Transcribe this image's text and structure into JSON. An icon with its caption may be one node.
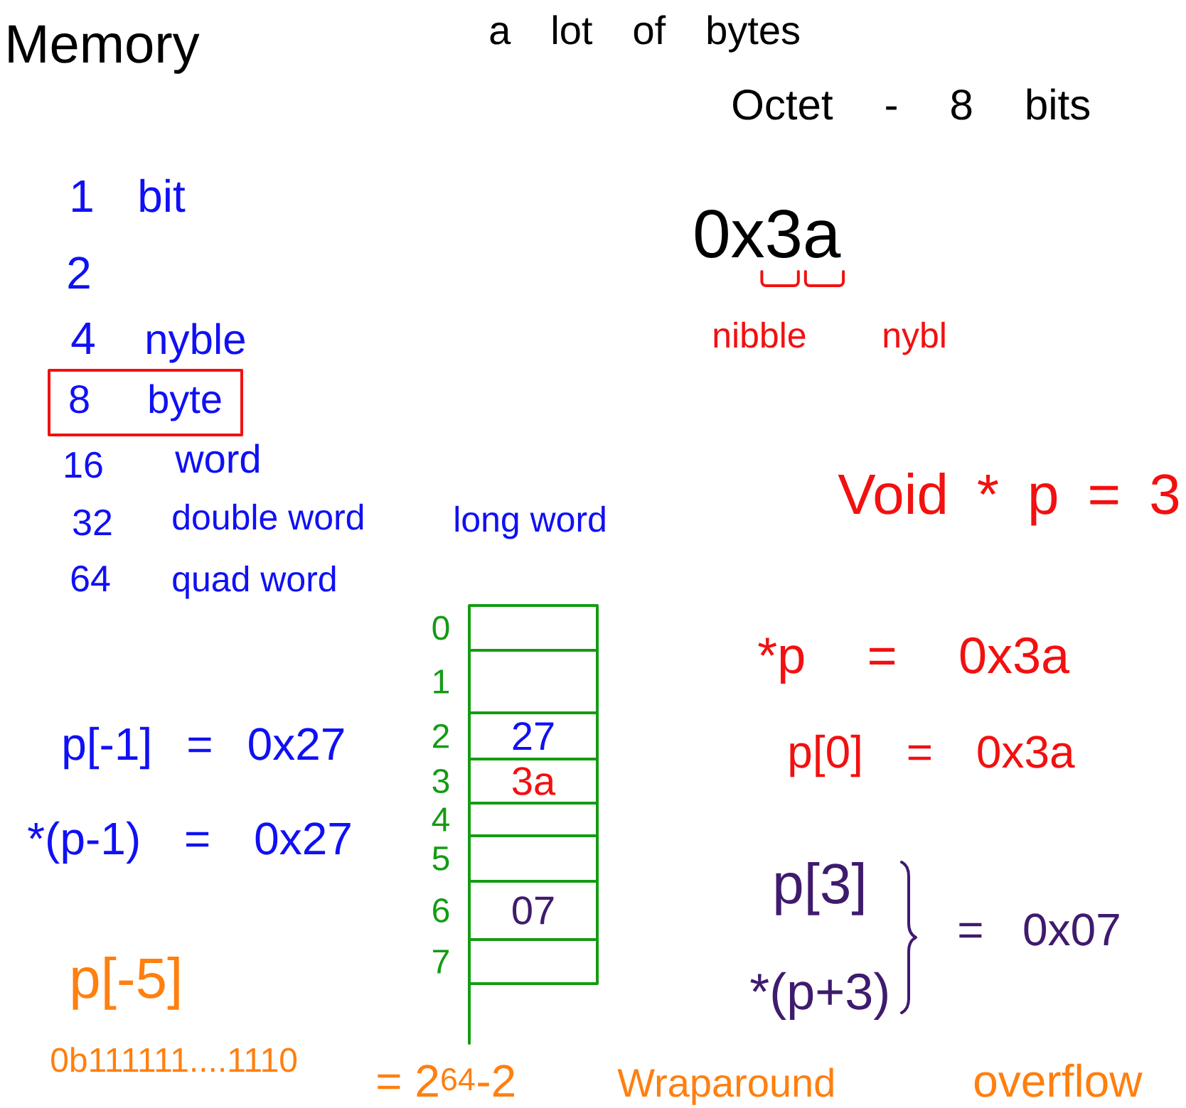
{
  "diagram": {
    "title": "Memory",
    "nodes": [
      {
        "text": [
          "8",
          "byte"
        ]
      },
      {
        "text": [],
        "shape": "box",
        "beside": [
          "0"
        ]
      },
      {
        "text": [],
        "shape": "box",
        "beside": [
          "1"
        ]
      },
      {
        "text": [
          "27"
        ],
        "beside": [
          "2"
        ]
      },
      {
        "text": [
          "3a"
        ],
        "beside": [
          "3"
        ]
      },
      {
        "text": [],
        "shape": "box",
        "beside": [
          "4"
        ]
      },
      {
        "text": [],
        "shape": "box",
        "beside": [
          "5"
        ]
      },
      {
        "text": [
          "07"
        ],
        "beside": [
          "6"
        ]
      },
      {
        "text": [],
        "shape": "box",
        "beside": [
          "7"
        ]
      }
    ],
    "labels": [
      "a lot of bytes",
      "Octet - 8 bits",
      "1",
      "bit",
      "0x3a",
      "2",
      "4",
      "nyble",
      "nibble",
      "nybl",
      "16",
      "word",
      "Void * p = 3",
      "32",
      "double word",
      "long word",
      "64",
      "quad word",
      "*p = 0x3a",
      "p[-1] = 0x27",
      "p[0] = 0x3a",
      "*(p-1) = 0x27",
      "p[3]",
      "= 0x07",
      "p[-5]",
      "*(p+3)",
      "0b111111....1110",
      "= 2$^{64}$-2",
      "Wraparound",
      "overflow"
    ]
  }
}
